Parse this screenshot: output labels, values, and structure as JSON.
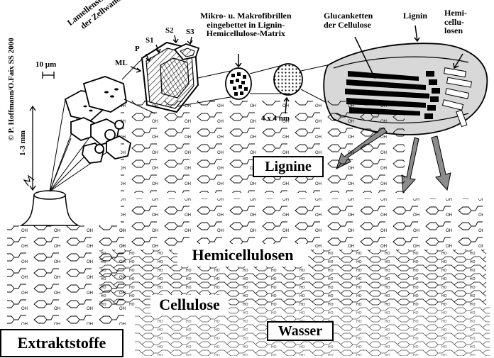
{
  "copyright": "© P. Hoffmann/O.Faix SS 2000",
  "labels": {
    "lamellen_line1": "Lamellenstruktur",
    "lamellen_line2": "der Zellwand",
    "ml": "ML",
    "p": "P",
    "s1": "S1",
    "s2": "S2",
    "s3": "S3",
    "scale_10um": "10 µm",
    "scale_1_3mm": "1-3 mm",
    "fibrils_line1": "Mikro- u. Makrofibrillen",
    "fibrils_line2": "eingebettet in Lignin-",
    "fibrils_line3": "Hemicellulose-Matrix",
    "size_4x4": "4 x 4 nm",
    "glucan_line1": "Glucanketten",
    "glucan_line2": "der Cellulose",
    "lignin_top": "Lignin",
    "hemi_line1": "Hemi-",
    "hemi_line2": "cellu-",
    "hemi_line3": "losen"
  },
  "components": {
    "lignine": "Lignine",
    "hemicellulosen": "Hemicellulosen",
    "cellulose": "Cellulose",
    "extraktstoffe": "Extraktstoffe",
    "wasser": "Wasser"
  },
  "colors": {
    "line": "#000000",
    "arrow_fill": "#8c8c8c",
    "fiber_fill": "#d8d8d8",
    "background": "#ffffff"
  }
}
